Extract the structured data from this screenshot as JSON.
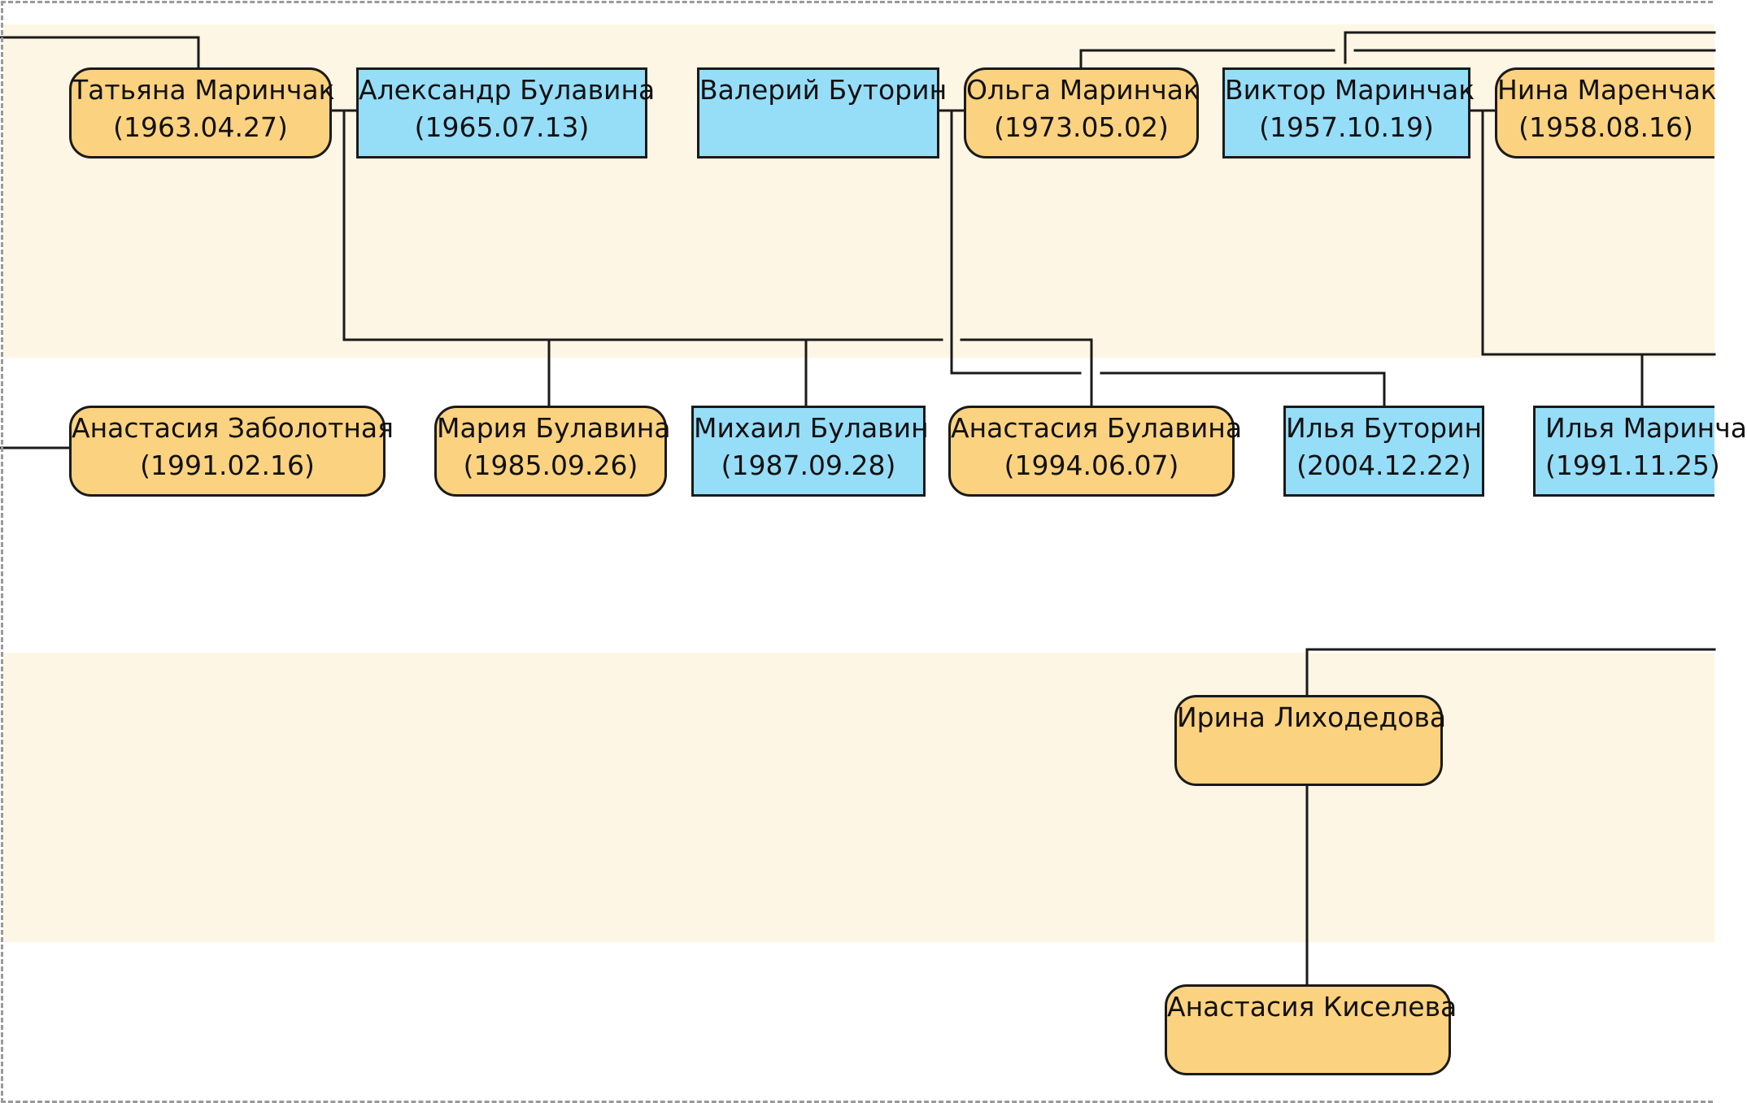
{
  "people": [
    {
      "id": "tatyana_marinchak",
      "name": "Татьяна Маринчак",
      "date": "(1963.04.27)",
      "gender": "female"
    },
    {
      "id": "aleksandr_bulavina",
      "name": "Александр Булавина",
      "date": "(1965.07.13)",
      "gender": "male"
    },
    {
      "id": "valeriy_butorin",
      "name": "Валерий Буторин",
      "date": "",
      "gender": "male"
    },
    {
      "id": "olga_marinchak",
      "name": "Ольга Маринчак",
      "date": "(1973.05.02)",
      "gender": "female"
    },
    {
      "id": "viktor_marinchak",
      "name": "Виктор Маринчак",
      "date": "(1957.10.19)",
      "gender": "male"
    },
    {
      "id": "nina_marenchak",
      "name": "Нина Маренчак",
      "date": "(1958.08.16)",
      "gender": "female"
    },
    {
      "id": "anastasiya_zabolotnaya",
      "name": "Анастасия Заболотная",
      "date": "(1991.02.16)",
      "gender": "female"
    },
    {
      "id": "mariya_bulavina",
      "name": "Мария Булавина",
      "date": "(1985.09.26)",
      "gender": "female"
    },
    {
      "id": "mikhail_bulavin",
      "name": "Михаил Булавин",
      "date": "(1987.09.28)",
      "gender": "male"
    },
    {
      "id": "anastasiya_bulavina",
      "name": "Анастасия Булавина",
      "date": "(1994.06.07)",
      "gender": "female"
    },
    {
      "id": "ilya_butorin",
      "name": "Илья Буторин",
      "date": "(2004.12.22)",
      "gender": "male"
    },
    {
      "id": "ilya_marinchak",
      "name": "Илья Маринча",
      "date": "(1991.11.25)",
      "gender": "male"
    },
    {
      "id": "irina_likhodedova",
      "name": "Ирина Лиходедова",
      "date": "",
      "gender": "female"
    },
    {
      "id": "anastasiya_kiseleva",
      "name": "Анастасия Киселева",
      "date": "",
      "gender": "female"
    }
  ],
  "colors": {
    "female": "#fbd27f",
    "male": "#96ddf8",
    "band": "#fdf6e4",
    "line": "#1a1a1a"
  }
}
